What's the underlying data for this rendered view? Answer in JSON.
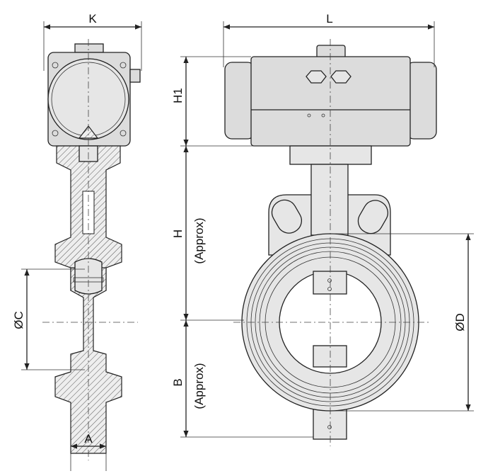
{
  "title": "Pneumatic actuated butterfly valve dimension drawing",
  "dimensions": {
    "K": "K",
    "L": "L",
    "H1": "H1",
    "H": "H",
    "H_note": "(Approx)",
    "B": "B",
    "B_note": "(Approx)",
    "C": "ØC",
    "D": "ØD",
    "A": "A"
  }
}
